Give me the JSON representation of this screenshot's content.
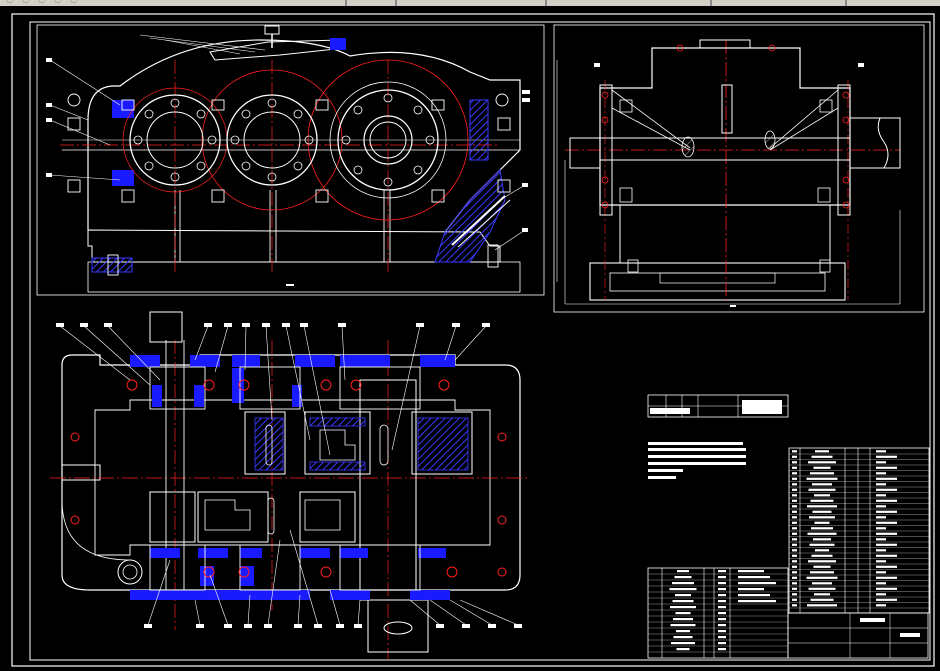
{
  "app": {
    "toolbar_glyphs": [
      "◌",
      "◌",
      "◌",
      "◌",
      "◌"
    ]
  },
  "colors": {
    "background": "#000000",
    "line": "#ffffff",
    "centerline": "#ff2020",
    "section_fill": "#1a1aff",
    "hatch": "#3a3aff",
    "toolbar": "#d4d0c8"
  },
  "drawing": {
    "views": [
      "front-view",
      "side-view",
      "top-section-view"
    ],
    "labels_legible": false
  },
  "tables": {
    "parameter_table": {
      "headers": []
    },
    "technical_requirements": {
      "lines": []
    },
    "parts_list": {
      "headers": []
    },
    "title_block": {
      "fields": []
    }
  }
}
